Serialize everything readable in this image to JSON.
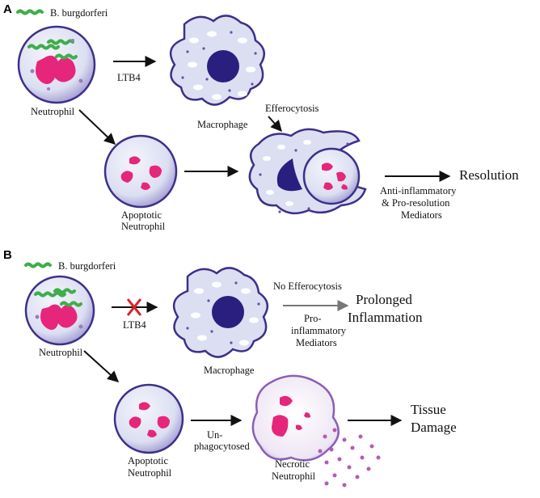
{
  "colors": {
    "cell_fill": "#dcdff2",
    "cell_border": "#3e2f8a",
    "nucleus_pink": "#e6267a",
    "nucleus_dark": "#2a1f7e",
    "bacteria_green": "#3fae49",
    "debris_purple": "#b45bb4",
    "block_red": "#d8232a",
    "arrow_grey": "#777777"
  },
  "icons": {
    "bacteria": "bacteria-icon",
    "neutrophil": "neutrophil-icon",
    "macrophage": "macrophage-icon",
    "apoptotic": "apoptotic-neutrophil-icon",
    "necrotic": "necrotic-neutrophil-icon",
    "block": "red-x-icon"
  },
  "panelA": {
    "letter": "A",
    "bacteria": "B. burgdorferi",
    "neutrophil": "Neutrophil",
    "ltb4": "LTB4",
    "macrophage": "Macrophage",
    "efferocytosis": "Efferocytosis",
    "apoptotic": [
      "Apoptotic",
      "Neutrophil"
    ],
    "mediators": [
      "Anti-inflammatory",
      "& Pro-resolution",
      "Mediators"
    ],
    "resolution": "Resolution"
  },
  "panelB": {
    "letter": "B",
    "bacteria": "B. burgdorferi",
    "neutrophil": "Neutrophil",
    "ltb4": "LTB4",
    "macrophage": "Macrophage",
    "no_efferocytosis": "No Efferocytosis",
    "pro_inflammatory": [
      "Pro-",
      "inflammatory",
      "Mediators"
    ],
    "prolonged": [
      "Prolonged",
      "Inflammation"
    ],
    "apoptotic": [
      "Apoptotic",
      "Neutrophil"
    ],
    "unphagocytosed": [
      "Un-",
      "phagocytosed"
    ],
    "necrotic": [
      "Necrotic",
      "Neutrophil"
    ],
    "tissue_damage": [
      "Tissue",
      "Damage"
    ]
  }
}
